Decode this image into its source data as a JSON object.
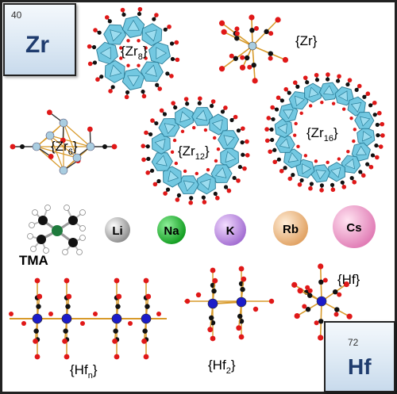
{
  "elements": {
    "zr": {
      "number": "40",
      "symbol": "Zr"
    },
    "hf": {
      "number": "72",
      "symbol": "Hf"
    }
  },
  "clusters": {
    "zr8": {
      "base": "{Zr",
      "sub": "8",
      "close": "}"
    },
    "zr": {
      "label": "{Zr}"
    },
    "zr6": {
      "base": "{Zr",
      "sub": "6",
      "close": "}"
    },
    "zr12": {
      "base": "{Zr",
      "sub": "12",
      "close": "}"
    },
    "zr16": {
      "base": "{Zr",
      "sub": "16",
      "close": "}"
    },
    "hfn": {
      "base": "{Hf",
      "sub": "n",
      "close": "}"
    },
    "hf2": {
      "base": "{Hf",
      "sub": "2",
      "close": "}"
    },
    "hf": {
      "label": "{Hf}"
    }
  },
  "cations": {
    "tma": "TMA",
    "spheres": [
      {
        "label": "Li",
        "color": "#c9c9c9"
      },
      {
        "label": "Na",
        "color": "#19c82a"
      },
      {
        "label": "K",
        "color": "#c98de6"
      },
      {
        "label": "Rb",
        "color": "#f2c28f"
      },
      {
        "label": "Cs",
        "color": "#f2a6cf"
      }
    ]
  },
  "colors": {
    "polyhedra": "#6cc6e0",
    "oxygen": "#e01818",
    "carbon": "#111111",
    "zr_atom": "#a9cde0",
    "hf_atom": "#1c1cc8",
    "bond": "#d89a2a"
  }
}
